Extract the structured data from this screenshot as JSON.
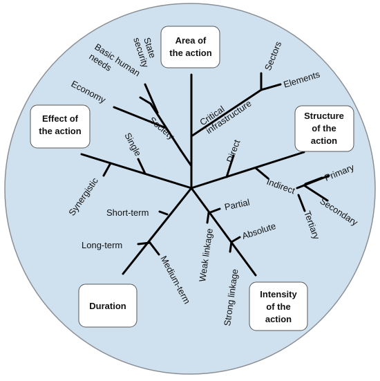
{
  "colors": {
    "background_disk": "#cfe0ee",
    "disk_border": "#8a8f95",
    "lines": "#000000",
    "box_fill": "#ffffff"
  },
  "categories": {
    "area": [
      "Area of",
      "the action"
    ],
    "structure": [
      "Structure",
      "of the",
      "action"
    ],
    "effect": [
      "Effect of",
      "the action"
    ],
    "duration": [
      "Duration"
    ],
    "intensity": [
      "Intensity",
      "of the",
      "action"
    ]
  },
  "labels": {
    "state_security": [
      "State",
      "security"
    ],
    "basic_human_needs": [
      "Basic human",
      "needs"
    ],
    "economy": "Economy",
    "society": "Society",
    "critical_infrastructure": [
      "Critical",
      "infrastructure"
    ],
    "sectors": "Sectors",
    "elements": "Elements",
    "direct": "Direct",
    "indirect": "Indirect",
    "primary": "Primary",
    "secondary": "Secondary",
    "tertiary": "Tertiary",
    "single": "Single",
    "synergistic": "Synergistic",
    "short_term": "Short-term",
    "long_term": "Long-term",
    "medium_term": "Medium-term",
    "partial": "Partial",
    "absolute": "Absolute",
    "weak_linkage": "Weak linkage",
    "strong_linkage": "Strong linkage"
  }
}
